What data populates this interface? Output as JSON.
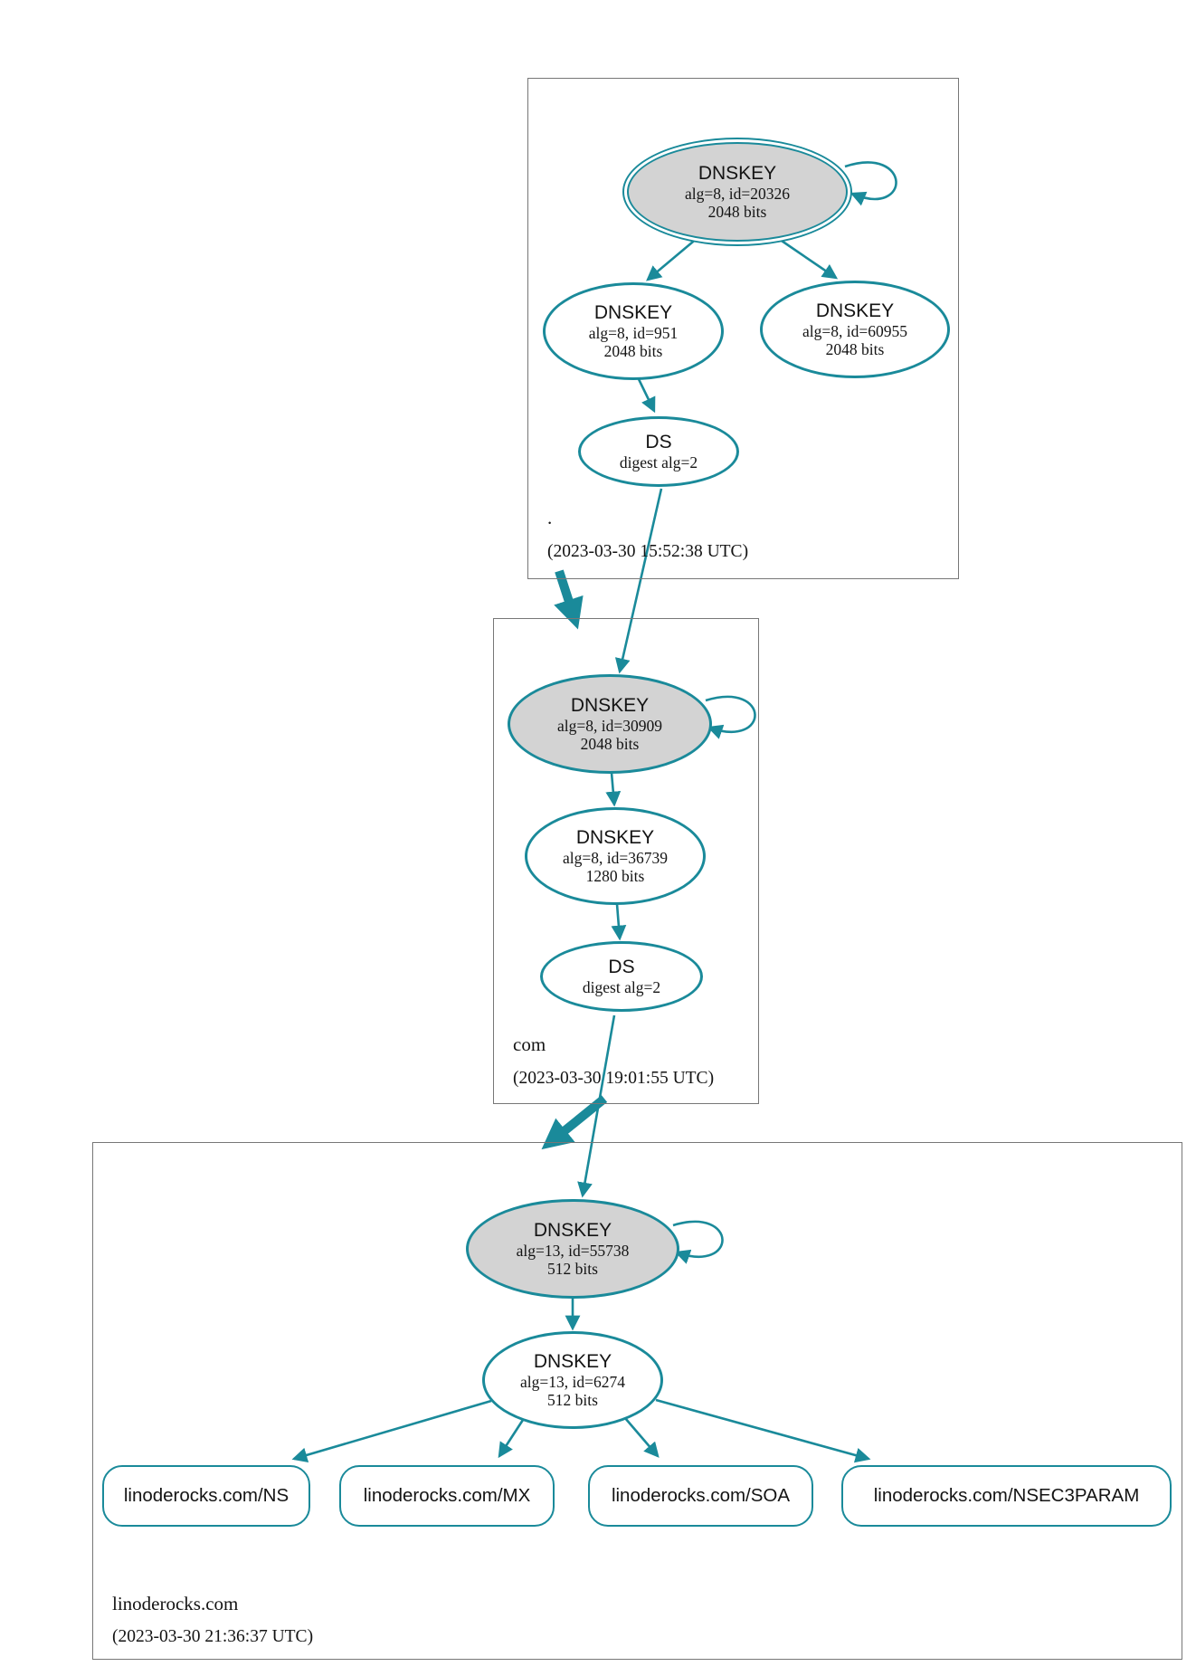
{
  "colors": {
    "teal": "#1a8a9a",
    "ksk_fill": "#d3d3d3",
    "node_fill": "#ffffff",
    "box_border": "#777777",
    "text": "#141414",
    "bg": "#ffffff"
  },
  "zones": [
    {
      "name": ".",
      "timestamp": "(2023-03-30 15:52:38 UTC)",
      "ksk": {
        "title": "DNSKEY",
        "alg": "alg=8, id=20326",
        "bits": "2048 bits"
      },
      "keys": [
        {
          "title": "DNSKEY",
          "alg": "alg=8, id=951",
          "bits": "2048 bits"
        },
        {
          "title": "DNSKEY",
          "alg": "alg=8, id=60955",
          "bits": "2048 bits"
        }
      ],
      "ds": {
        "title": "DS",
        "digest": "digest alg=2"
      }
    },
    {
      "name": "com",
      "timestamp": "(2023-03-30 19:01:55 UTC)",
      "ksk": {
        "title": "DNSKEY",
        "alg": "alg=8, id=30909",
        "bits": "2048 bits"
      },
      "keys": [
        {
          "title": "DNSKEY",
          "alg": "alg=8, id=36739",
          "bits": "1280 bits"
        }
      ],
      "ds": {
        "title": "DS",
        "digest": "digest alg=2"
      }
    },
    {
      "name": "linoderocks.com",
      "timestamp": "(2023-03-30 21:36:37 UTC)",
      "ksk": {
        "title": "DNSKEY",
        "alg": "alg=13, id=55738",
        "bits": "512 bits"
      },
      "keys": [
        {
          "title": "DNSKEY",
          "alg": "alg=13, id=6274",
          "bits": "512 bits"
        }
      ],
      "rrsets": [
        {
          "label": "linoderocks.com/NS"
        },
        {
          "label": "linoderocks.com/MX"
        },
        {
          "label": "linoderocks.com/SOA"
        },
        {
          "label": "linoderocks.com/NSEC3PARAM"
        }
      ]
    }
  ]
}
